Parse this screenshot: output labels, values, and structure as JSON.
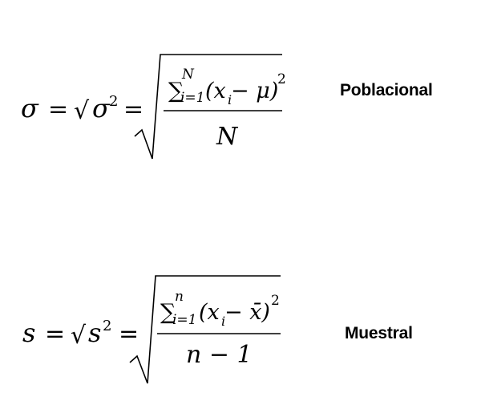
{
  "population": {
    "label": "Poblacional",
    "lhs_symbol": "σ",
    "squared_symbol": "σ",
    "sum_sign": "∑",
    "sum_upper": "N",
    "sum_lower": "i=1",
    "term_open": "(x",
    "term_sub": "i",
    "term_mid": " − μ)",
    "exponent": "2",
    "denominator": "N"
  },
  "sample": {
    "label": "Muestral",
    "lhs_symbol": "s",
    "squared_symbol": "s",
    "sum_sign": "∑",
    "sum_upper": "n",
    "sum_lower": "i=1",
    "term_open": "(x",
    "term_sub": "i",
    "term_mid": " − x̄)",
    "exponent": "2",
    "denominator": "n − 1"
  },
  "symbols": {
    "equals": "=",
    "sqrt": "√",
    "square": "2"
  }
}
